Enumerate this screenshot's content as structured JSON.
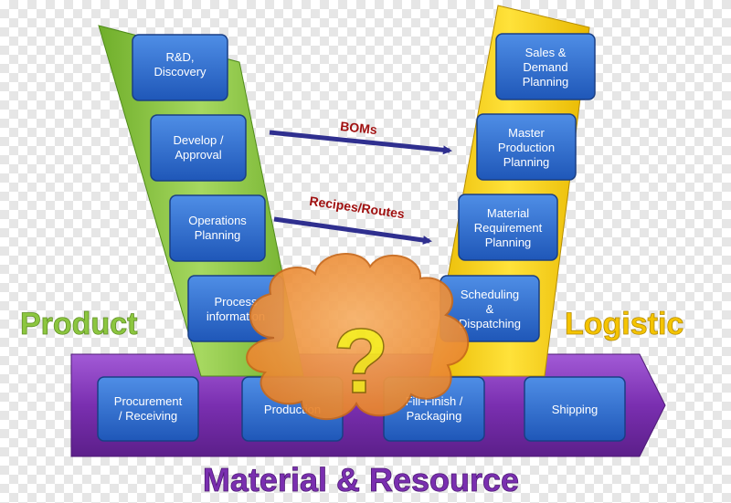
{
  "diagram": {
    "product_label": "Product",
    "logistic_label": "Logistic",
    "material_label": "Material & Resource",
    "product_boxes": [
      {
        "lines": [
          "R&D,",
          "Discovery"
        ]
      },
      {
        "lines": [
          "Develop /",
          "Approval"
        ]
      },
      {
        "lines": [
          "Operations",
          "Planning"
        ]
      },
      {
        "lines": [
          "Process",
          "information"
        ]
      }
    ],
    "logistic_boxes": [
      {
        "lines": [
          "Sales &",
          "Demand",
          "Planning"
        ]
      },
      {
        "lines": [
          "Master",
          "Production",
          "Planning"
        ]
      },
      {
        "lines": [
          "Material",
          "Requirement",
          "Planning"
        ]
      },
      {
        "lines": [
          "Scheduling",
          "&",
          "Dispatching"
        ]
      }
    ],
    "material_boxes": [
      {
        "lines": [
          "Procurement",
          "/ Receiving"
        ]
      },
      {
        "lines": [
          "Production"
        ]
      },
      {
        "lines": [
          "Fill-Finish /",
          "Packaging"
        ]
      },
      {
        "lines": [
          "Shipping"
        ]
      }
    ],
    "arrow_labels": {
      "boms": "BOMs",
      "recipes": "Recipes/Routes"
    },
    "cloud_text": "?",
    "colors": {
      "product": "#8cc63f",
      "logistic": "#f5c400",
      "material": "#7a2fb0",
      "box": "#2e6fd0",
      "cloud": "#f39a3c",
      "arrow": "#2f2f8f",
      "arrow_text": "#a01010",
      "question": "#f5e71a"
    }
  }
}
